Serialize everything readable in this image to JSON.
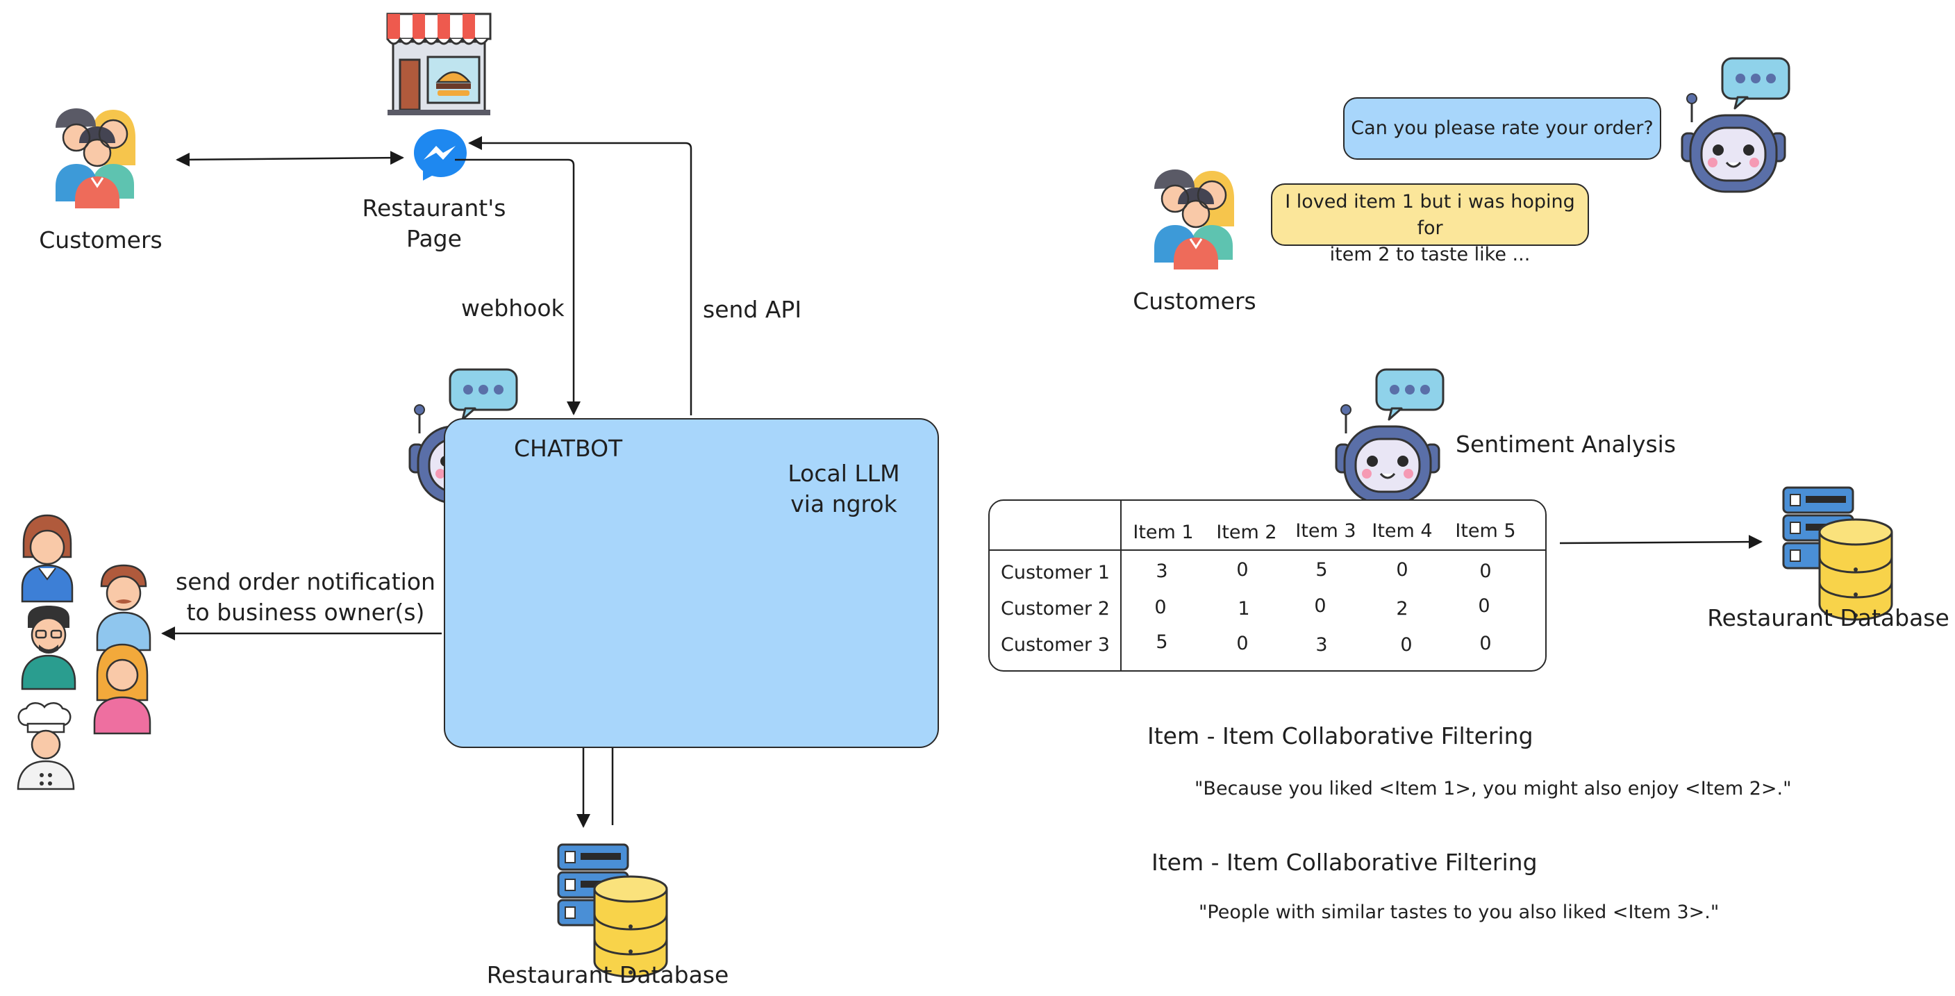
{
  "left": {
    "customers_label": "Customers",
    "page_label_line1": "Restaurant's",
    "page_label_line2": "Page",
    "webhook_label": "webhook",
    "send_api_label": "send API",
    "chatbot_label": "CHATBOT",
    "llm_label_line1": "Local LLM",
    "llm_label_line2": "via ngrok",
    "notify_line1": "send order notification",
    "notify_line2": "to business owner(s)",
    "database_label": "Restaurant Database"
  },
  "right": {
    "bot_question": "Can you please rate your order?",
    "customer_reply_line1": "I loved item 1 but i was hoping for",
    "customer_reply_line2": "item 2 to taste like ...",
    "customers_label": "Customers",
    "sentiment_label": "Sentiment Analysis",
    "database_label": "Restaurant Database",
    "table": {
      "columns": [
        "Item 1",
        "Item 2",
        "Item 3",
        "Item 4",
        "Item 5"
      ],
      "rows": [
        {
          "name": "Customer 1",
          "values": [
            "3",
            "0",
            "5",
            "0",
            "0"
          ]
        },
        {
          "name": "Customer 2",
          "values": [
            "0",
            "1",
            "0",
            "2",
            "0"
          ]
        },
        {
          "name": "Customer 3",
          "values": [
            "5",
            "0",
            "3",
            "0",
            "0"
          ]
        }
      ]
    },
    "cf1_title": "Item - Item Collaborative Filtering",
    "cf1_quote": "\"Because you liked <Item 1>, you might also enjoy <Item 2>.\"",
    "cf2_title": "Item - Item Collaborative Filtering",
    "cf2_quote": "\"People with similar tastes to you also liked <Item 3>.\""
  },
  "colors": {
    "chatbot_box": "#a8d6fb",
    "aws_orange": "#e8741c",
    "server_purple": "#d6c4ef",
    "db_yellow": "#f8d34a",
    "db_rack_blue": "#4a8fd6",
    "messenger_blue": "#1e88f0",
    "bubble_yellow": "#fbe69a",
    "robot_body": "#5a6fa8",
    "robot_face": "#e9e6f5",
    "speech_bubble": "#8fd2ea"
  }
}
